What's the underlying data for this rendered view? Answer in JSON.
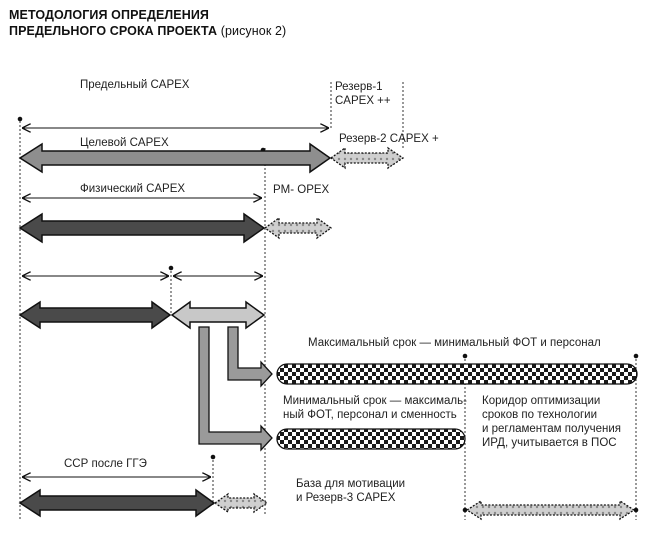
{
  "header": {
    "title_line1": "Методология определения",
    "title_line2": "предельного срока проекта",
    "title_note": "(рисунок 2)"
  },
  "labels": {
    "limit_capex": "Предельный CAPEX",
    "reserve1_line1": "Резерв-1",
    "reserve1_line2": "CAPEX ++",
    "target_capex": "Целевой CAPEX",
    "reserve2": "Резерв-2 CAPEX +",
    "physical_capex": "Физический CAPEX",
    "pm_opex": "PM- OPEX",
    "max_term": "Максимальный срок — минимальный ФОТ и персонал",
    "min_term_line1": "Минимальный срок — максималь-",
    "min_term_line2": "ный ФОТ, персонал и сменность",
    "corridor_line1": "Коридор оптимизации",
    "corridor_line2": "сроков по технологии",
    "corridor_line3": "и регламентам получения",
    "corridor_line4": "ИРД, учитывается в ПОС",
    "ssr": "ССР после ГГЭ",
    "base_line1": "База для мотивации",
    "base_line2": "и Резерв-3 CAPEX"
  },
  "colors": {
    "dark_arrow": "#4a4a4a",
    "medium_arrow": "#8e8e8e",
    "light_arrow": "#c8c8c8",
    "outline": "#111111"
  }
}
